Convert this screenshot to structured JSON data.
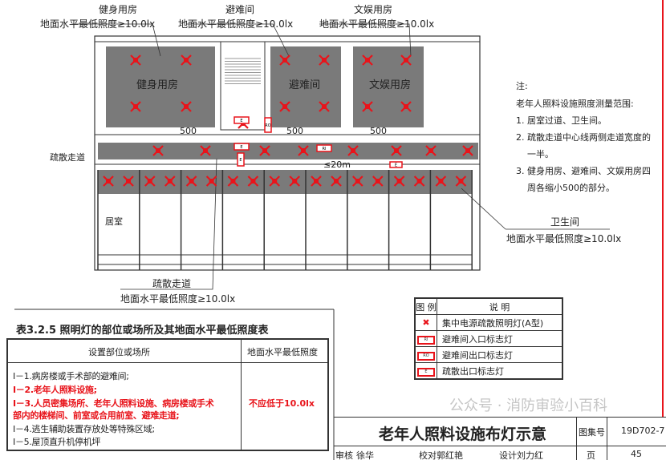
{
  "plan": {
    "rooms": {
      "gym": "健身用房",
      "refuge": "避难间",
      "recreation": "文娱用房",
      "bedroom": "居室",
      "corridor": "疏散走道"
    },
    "callouts": [
      {
        "name": "健身用房",
        "req": "地面水平最低照度≥10.0lx"
      },
      {
        "name": "避难间",
        "req": "地面水平最低照度≥10.0lx"
      },
      {
        "name": "文娱用房",
        "req": "地面水平最低照度≥10.0lx"
      },
      {
        "name": "卫生间",
        "req": "地面水平最低照度≥10.0lx"
      },
      {
        "name": "疏散走道",
        "req": "地面水平最低照度≥10.0lx"
      }
    ],
    "dims": {
      "d500": "500",
      "d20m": "≤20m"
    },
    "sign_codes": {
      "ri": "RI",
      "ro": "RO",
      "e": "E"
    },
    "light_color": "#e8141b"
  },
  "notes": {
    "title": "注:",
    "subtitle": "老年人照料设施照度测量范围:",
    "items": [
      "1. 居室过道、卫生间。",
      "2. 疏散走道中心线两侧走道宽度的",
      "一半。",
      "3. 健身用房、避难间、文娱用房四",
      "周各缩小500的部分。"
    ]
  },
  "table": {
    "caption": "表3.2.5 照明灯的部位或场所及其地面水平最低照度表",
    "col1": "设置部位或场所",
    "col2": "地面水平最低照度",
    "rows": [
      "Ⅰ－1.病房楼或手术部的避难间;",
      "Ⅰ－2.老年人照料设施;",
      "Ⅰ－3.人员密集场所、老年人照料设施、病房楼或手术",
      "部内的楼梯间、前室或合用前室、避难走道;",
      "Ⅰ－4.逃生辅助装置存放处等特殊区域;",
      "Ⅰ－5.屋顶直升机停机坪"
    ],
    "value": "不应低于10.0lx"
  },
  "legend": {
    "h1": "图 例",
    "h2": "说 明",
    "items": [
      "集中电源疏散照明灯(A型)",
      "避难间入口标志灯",
      "避难间出口标志灯",
      "疏散出口标志灯"
    ]
  },
  "titleblock": {
    "title": "老年人照料设施布灯示意",
    "atlas_label": "图集号",
    "atlas": "19D702-7",
    "review": "审核",
    "reviewer": "徐华",
    "check": "校对",
    "checker": "郭红艳",
    "design": "设计",
    "designer": "刘力红",
    "page_label": "页",
    "page": "45",
    "watermark": "公众号 · 消防审验小百科"
  }
}
